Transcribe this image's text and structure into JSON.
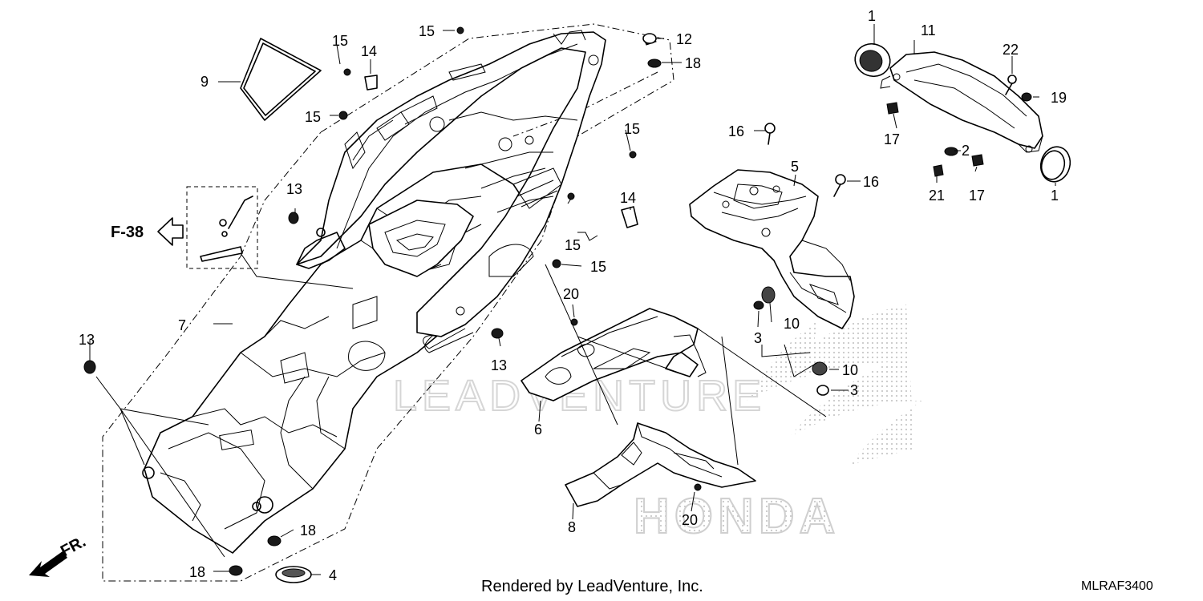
{
  "reference": {
    "label": "F-38"
  },
  "direction": {
    "label": "FR."
  },
  "footer": {
    "rendered_by": "Rendered by LeadVenture, Inc."
  },
  "diagram_code": "MLRAF3400",
  "watermark": {
    "brand": "LEADVENTURE",
    "logo_text": "HONDA"
  },
  "callouts": [
    {
      "id": "c1a",
      "text": "1"
    },
    {
      "id": "c1b",
      "text": "1"
    },
    {
      "id": "c2",
      "text": "2"
    },
    {
      "id": "c3a",
      "text": "3"
    },
    {
      "id": "c3b",
      "text": "3"
    },
    {
      "id": "c4",
      "text": "4"
    },
    {
      "id": "c5",
      "text": "5"
    },
    {
      "id": "c6",
      "text": "6"
    },
    {
      "id": "c7",
      "text": "7"
    },
    {
      "id": "c8",
      "text": "8"
    },
    {
      "id": "c9",
      "text": "9"
    },
    {
      "id": "c10a",
      "text": "10"
    },
    {
      "id": "c10b",
      "text": "10"
    },
    {
      "id": "c11",
      "text": "11"
    },
    {
      "id": "c12",
      "text": "12"
    },
    {
      "id": "c13a",
      "text": "13"
    },
    {
      "id": "c13b",
      "text": "13"
    },
    {
      "id": "c13c",
      "text": "13"
    },
    {
      "id": "c14a",
      "text": "14"
    },
    {
      "id": "c14b",
      "text": "14"
    },
    {
      "id": "c15a",
      "text": "15"
    },
    {
      "id": "c15b",
      "text": "15"
    },
    {
      "id": "c15c",
      "text": "15"
    },
    {
      "id": "c15d",
      "text": "15"
    },
    {
      "id": "c15e",
      "text": "15"
    },
    {
      "id": "c15f",
      "text": "15"
    },
    {
      "id": "c16a",
      "text": "16"
    },
    {
      "id": "c16b",
      "text": "16"
    },
    {
      "id": "c17a",
      "text": "17"
    },
    {
      "id": "c17b",
      "text": "17"
    },
    {
      "id": "c18a",
      "text": "18"
    },
    {
      "id": "c18b",
      "text": "18"
    },
    {
      "id": "c18c",
      "text": "18"
    },
    {
      "id": "c19",
      "text": "19"
    },
    {
      "id": "c20a",
      "text": "20"
    },
    {
      "id": "c20b",
      "text": "20"
    },
    {
      "id": "c21",
      "text": "21"
    },
    {
      "id": "c22",
      "text": "22"
    }
  ]
}
